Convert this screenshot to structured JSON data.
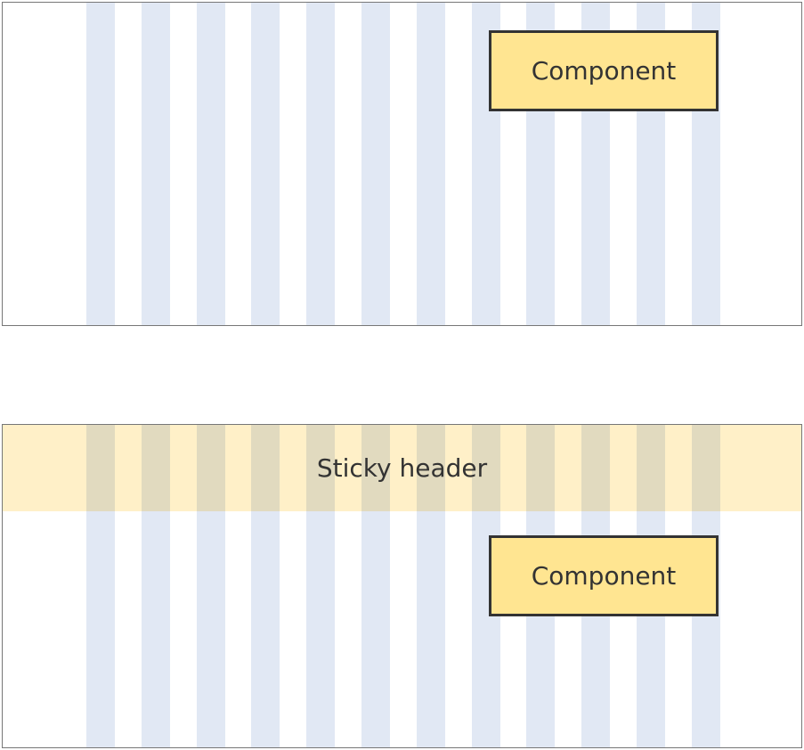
{
  "diagrams": [
    {
      "component_label": "Component"
    },
    {
      "header_label": "Sticky header",
      "component_label": "Component"
    }
  ],
  "colors": {
    "column": "#e1e8f4",
    "header": "#fff0c8",
    "component_fill": "#ffe591",
    "component_border": "#333333"
  },
  "column_count": 12
}
